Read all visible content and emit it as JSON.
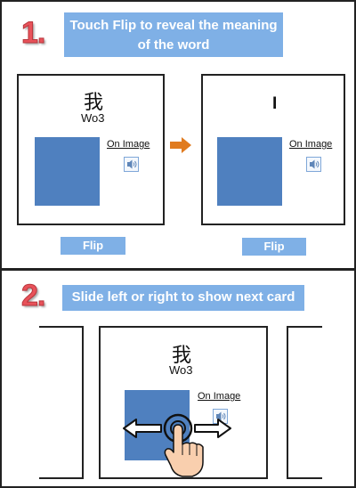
{
  "step1": {
    "number": "1.",
    "instruction": "Touch Flip to reveal the meaning of the word",
    "front_card": {
      "character": "我",
      "pinyin": "Wo3",
      "on_image_label": "On Image"
    },
    "back_card": {
      "meaning": "I",
      "on_image_label": "On Image"
    },
    "flip_label_left": "Flip",
    "flip_label_right": "Flip"
  },
  "step2": {
    "number": "2.",
    "instruction": "Slide left or right to show next card",
    "card": {
      "character": "我",
      "pinyin": "Wo3",
      "on_image_label": "On Image"
    }
  },
  "colors": {
    "banner": "#7fb0e6",
    "image_placeholder": "#4f80bf",
    "step_number": "#e8525a",
    "arrow": "#e07b1f"
  },
  "icons": [
    "speaker-icon",
    "arrow-right-icon",
    "swipe-hand-icon",
    "double-arrow-icon"
  ]
}
